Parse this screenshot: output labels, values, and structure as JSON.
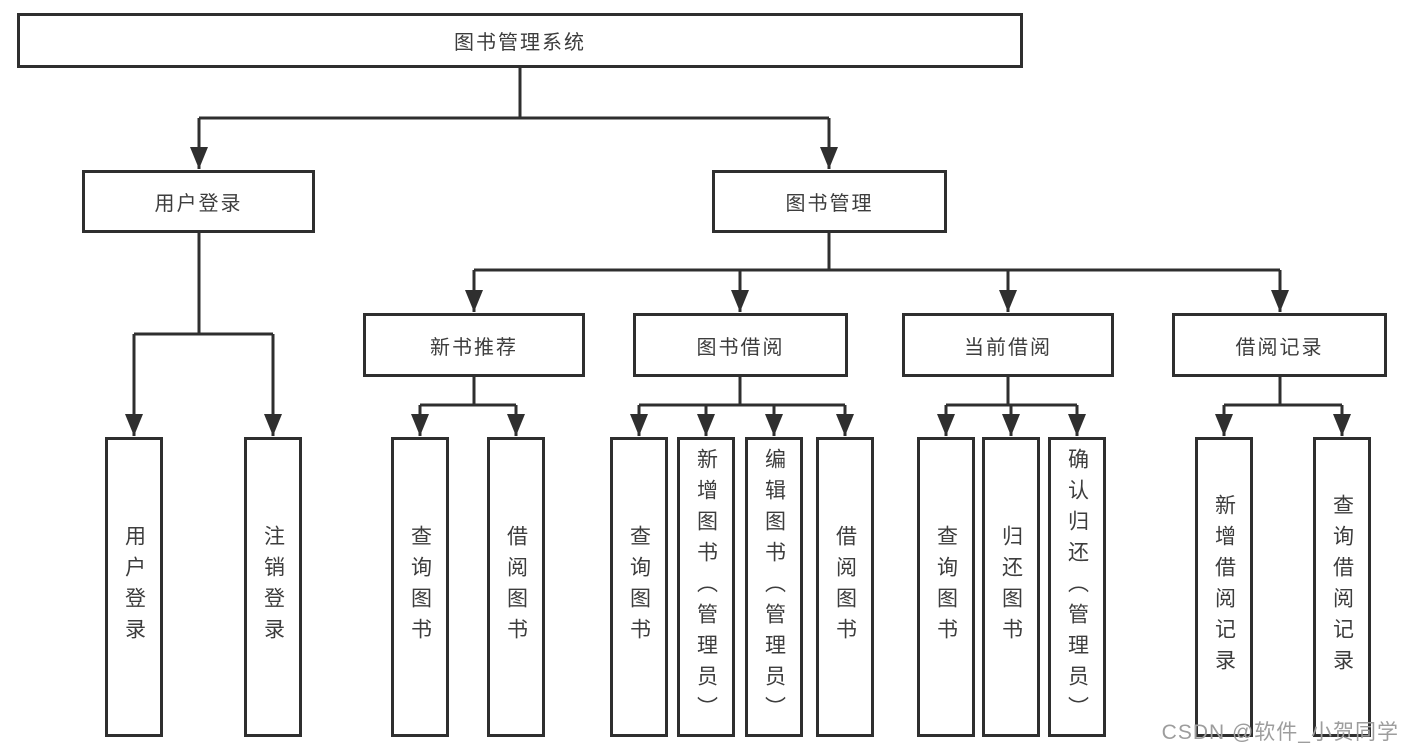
{
  "tree": {
    "root_label": "图书管理系统",
    "branches": [
      {
        "label": "用户登录",
        "children": [
          {
            "label": "用户登录"
          },
          {
            "label": "注销登录"
          }
        ]
      },
      {
        "label": "图书管理",
        "sections": [
          {
            "label": "新书推荐",
            "children": [
              {
                "label": "查询图书"
              },
              {
                "label": "借阅图书"
              }
            ]
          },
          {
            "label": "图书借阅",
            "children": [
              {
                "label": "查询图书"
              },
              {
                "label": "新增图书（管理员）"
              },
              {
                "label": "编辑图书（管理员）"
              },
              {
                "label": "借阅图书"
              }
            ]
          },
          {
            "label": "当前借阅",
            "children": [
              {
                "label": "查询图书"
              },
              {
                "label": "归还图书"
              },
              {
                "label": "确认归还（管理员）"
              }
            ]
          },
          {
            "label": "借阅记录",
            "children": [
              {
                "label": "新增借阅记录"
              },
              {
                "label": "查询借阅记录"
              }
            ]
          }
        ]
      }
    ]
  },
  "watermark": {
    "text": "CSDN @软件_小贺同学"
  },
  "colors": {
    "line": "#2f2f2f",
    "text": "#3d3d3d",
    "background": "#ffffff",
    "watermark": "#9d9d9d"
  }
}
